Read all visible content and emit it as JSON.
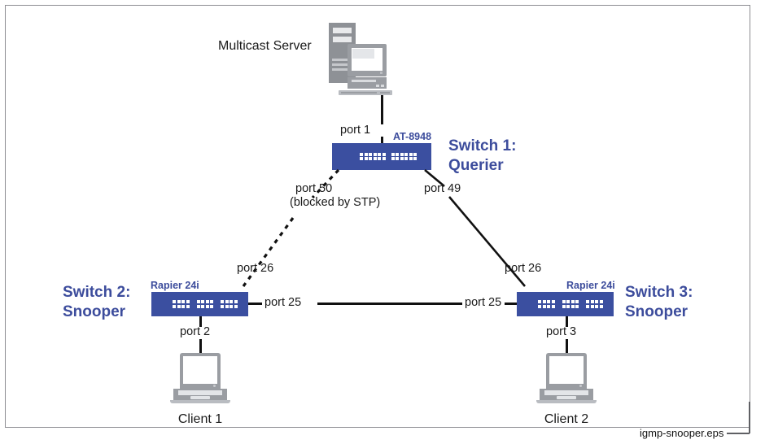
{
  "diagram": {
    "caption": "igmp-snooper.eps",
    "accent_blue": "#3c4c9c",
    "device_blue": "#3b4fa0",
    "line_color": "#111111",
    "icon_gray": "#9a9da2"
  },
  "nodes": {
    "server": {
      "label": "Multicast Server",
      "icon": "server-tower-and-monitor"
    },
    "switch1": {
      "model": "AT-8948",
      "title_line1": "Switch 1:",
      "title_line2": "Querier",
      "role": "Querier"
    },
    "switch2": {
      "model": "Rapier 24i",
      "title_line1": "Switch 2:",
      "title_line2": "Snooper",
      "role": "Snooper"
    },
    "switch3": {
      "model": "Rapier 24i",
      "title_line1": "Switch 3:",
      "title_line2": "Snooper",
      "role": "Snooper"
    },
    "client1": {
      "label": "Client 1",
      "icon": "laptop"
    },
    "client2": {
      "label": "Client 2",
      "icon": "laptop"
    }
  },
  "links": [
    {
      "id": "server-to-switch1",
      "from": "server",
      "to": "switch1",
      "style": "solid",
      "labels": [
        "port 1"
      ]
    },
    {
      "id": "switch1-to-switch2",
      "from": "switch1",
      "to": "switch2",
      "style": "dashed",
      "labels": [
        "port 50",
        "(blocked by STP)",
        "port 26"
      ]
    },
    {
      "id": "switch1-to-switch3",
      "from": "switch1",
      "to": "switch3",
      "style": "solid",
      "labels": [
        "port 49",
        "port 26"
      ]
    },
    {
      "id": "switch2-to-switch3",
      "from": "switch2",
      "to": "switch3",
      "style": "solid",
      "labels": [
        "port 25",
        "port 25"
      ]
    },
    {
      "id": "switch2-to-client1",
      "from": "switch2",
      "to": "client1",
      "style": "solid",
      "labels": [
        "port 2"
      ]
    },
    {
      "id": "switch3-to-client2",
      "from": "switch3",
      "to": "client2",
      "style": "solid",
      "labels": [
        "port 3"
      ]
    }
  ],
  "port_labels": {
    "port1": "port 1",
    "port50": "port 50",
    "port50_note": "(blocked by STP)",
    "port49": "port 49",
    "port26_left": "port 26",
    "port26_right": "port 26",
    "port25_left": "port 25",
    "port25_right": "port 25",
    "port2": "port 2",
    "port3": "port 3"
  }
}
